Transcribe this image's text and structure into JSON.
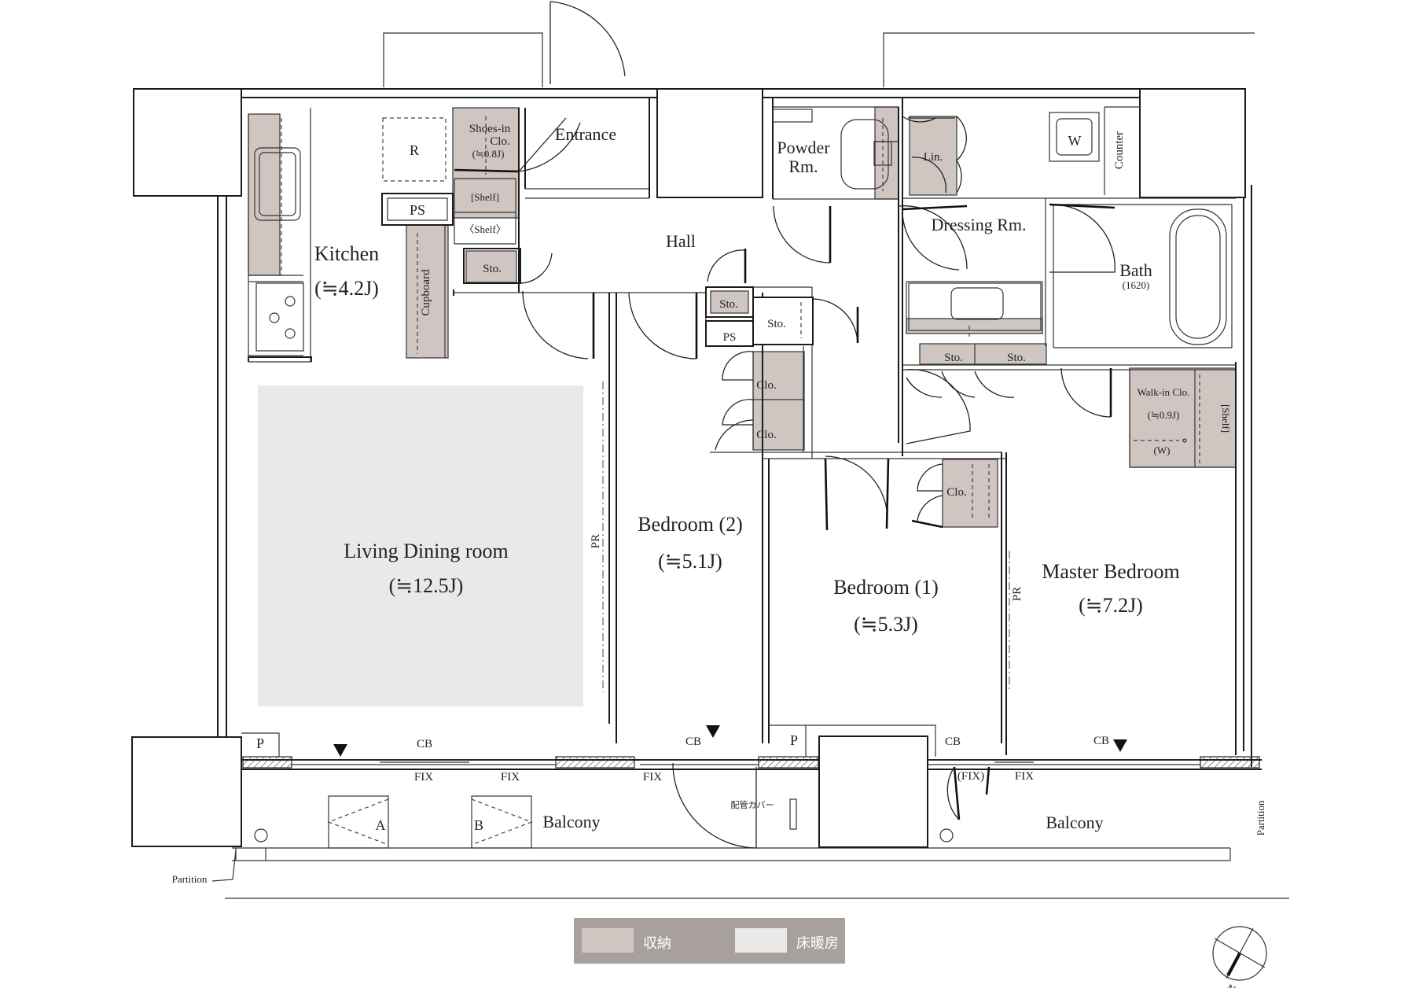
{
  "rooms": {
    "kitchen": {
      "name": "Kitchen",
      "size": "(≒4.2J)"
    },
    "living": {
      "name": "Living Dining room",
      "size": "(≒12.5J)"
    },
    "bedroom2": {
      "name": "Bedroom (2)",
      "size": "(≒5.1J)"
    },
    "bedroom1": {
      "name": "Bedroom (1)",
      "size": "(≒5.3J)"
    },
    "master": {
      "name": "Master Bedroom",
      "size": "(≒7.2J)"
    },
    "entrance": "Entrance",
    "hall": "Hall",
    "powder": {
      "line1": "Powder",
      "line2": "Rm."
    },
    "dressing": "Dressing Rm.",
    "bath": {
      "name": "Bath",
      "size": "(1620)"
    },
    "balcony_left": "Balcony",
    "balcony_right": "Balcony"
  },
  "fixtures": {
    "shoes": {
      "line1": "Shoes-in",
      "line2": "Clo.",
      "line3": "(≒0.8J)"
    },
    "shelf1": "[Shelf]",
    "shelf2": "〈Shelf〉",
    "fridge": "R",
    "ps": "PS",
    "cupboard": "Cupboard",
    "sto": "Sto.",
    "clo": "Clo.",
    "lin": "Lin.",
    "washer": "W",
    "counter": "Counter",
    "walkin": {
      "line1": "Walk-in Clo.",
      "line2": "(≒0.9J)",
      "w": "(W)",
      "shelf": "[Shelf]"
    },
    "pr": "PR",
    "cb": "CB",
    "fix": "FIX",
    "fix_paren": "(FIX)",
    "p": "P",
    "unit_a": "A",
    "unit_b": "B",
    "pipe_cover": "配管カバー",
    "partition": "Partition"
  },
  "legend": {
    "storage": "収納",
    "floor_heating": "床暖房"
  },
  "compass": {
    "north": "N"
  },
  "colors": {
    "storage": "#cfc5c1",
    "floor_heating": "#ebe9e8",
    "legend_bg": "#a8a09d",
    "wall": "#1a1a1a"
  }
}
